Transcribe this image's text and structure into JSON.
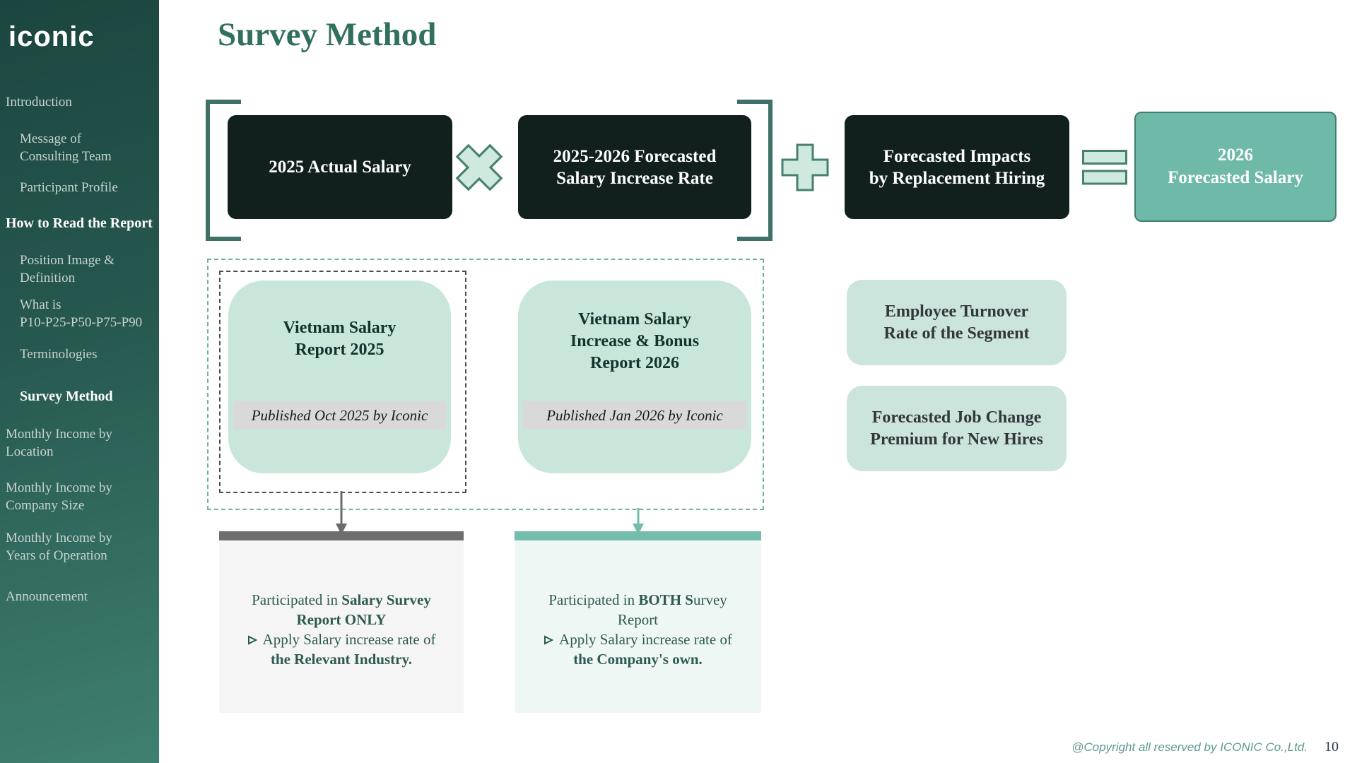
{
  "colors": {
    "accent_teal": "#31705F",
    "dark_box": "#11201D",
    "mint": "#C9E6DB",
    "result_teal": "#6FB9A8",
    "dashed_teal": "#6FB3A3",
    "dashed_gray": "#4D4D4D",
    "bar_gray": "#6E6E6E",
    "bar_teal": "#74BDAD"
  },
  "sidebar": {
    "logo": "iconic",
    "items": [
      {
        "label": "Introduction"
      },
      {
        "label": "Message of\nConsulting Team"
      },
      {
        "label": "Participant Profile"
      },
      {
        "label": "How to Read the Report"
      },
      {
        "label": "Position Image &\nDefinition"
      },
      {
        "label": "What is\nP10-P25-P50-P75-P90"
      },
      {
        "label": "Terminologies"
      },
      {
        "label": "Survey Method"
      },
      {
        "label": "Monthly Income by\nLocation"
      },
      {
        "label": "Monthly Income by\nCompany Size"
      },
      {
        "label": "Monthly Income by\nYears of Operation"
      },
      {
        "label": "Announcement"
      }
    ]
  },
  "title": "Survey Method",
  "flow": {
    "actual_salary": "2025 Actual Salary",
    "increase_rate_l1": "2025-2026 Forecasted",
    "increase_rate_l2": "Salary Increase Rate",
    "impacts_l1": "Forecasted Impacts",
    "impacts_l2": "by Replacement Hiring",
    "result_l1": "2026",
    "result_l2": "Forecasted Salary",
    "operators": {
      "multiply": "multiply",
      "plus": "plus",
      "equals": "equals"
    }
  },
  "reports": {
    "report1": {
      "l1": "Vietnam Salary",
      "l2": "Report 2025",
      "published": "Published Oct 2025 by Iconic"
    },
    "report2": {
      "l1": "Vietnam Salary",
      "l2": "Increase & Bonus",
      "l3": "Report 2026",
      "published": "Published Jan 2026 by Iconic"
    }
  },
  "factors": {
    "turnover_l1": "Employee Turnover",
    "turnover_l2": "Rate of the Segment",
    "premium_l1": "Forecasted Job Change",
    "premium_l2": "Premium for New Hires"
  },
  "notes": {
    "left": {
      "p1": "Participated in ",
      "p1b": "Salary Survey",
      "p2b": "Report ONLY",
      "p3": "Apply Salary increase rate of",
      "p4b": "the Relevant Industry."
    },
    "right": {
      "p1": "Participated in ",
      "p1b": "BOTH S",
      "p1c": "urvey",
      "p2": "Report",
      "p3": "Apply Salary increase rate of",
      "p4b": "the Company's own."
    }
  },
  "footer": {
    "copyright": "@Copyright all reserved by ICONIC Co.,Ltd.",
    "page_number": "10"
  }
}
